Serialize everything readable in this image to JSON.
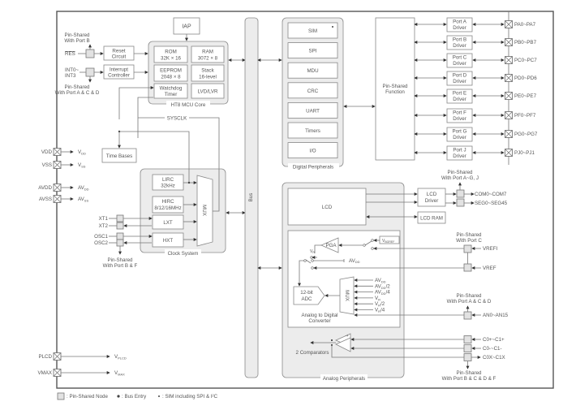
{
  "title": "HT8 MCU Block Diagram",
  "mcu_core": {
    "label": "HT8 MCU Core",
    "iap": "IAP",
    "rom": [
      "ROM",
      "32K × 16"
    ],
    "ram": [
      "RAM",
      "3072 × 8"
    ],
    "eeprom": [
      "EEPROM",
      "2048 × 8"
    ],
    "stack": [
      "Stack",
      "16-level"
    ],
    "watchdog": [
      "Watchdog",
      "Timer"
    ],
    "lvd": "LVD/LVR"
  },
  "reset": {
    "label": [
      "Reset",
      "Circuit"
    ],
    "pin": "RES",
    "shared": [
      "Pin-Shared",
      "With Port B"
    ]
  },
  "interrupt": {
    "label": [
      "Interrupt",
      "Controller"
    ],
    "pin": [
      "INT0~",
      "INT3"
    ],
    "shared": [
      "Pin-Shared",
      "With Port A & C & D"
    ]
  },
  "sysclk": "SYSCLK",
  "time_bases": "Time Bases",
  "power_pins": [
    {
      "pin": "VDD",
      "net": "V",
      "sub": "DD"
    },
    {
      "pin": "VSS",
      "net": "V",
      "sub": "SS"
    },
    {
      "pin": "AVDD",
      "net": "AV",
      "sub": "DD"
    },
    {
      "pin": "AVSS",
      "net": "AV",
      "sub": "SS"
    }
  ],
  "clock_system": {
    "label": "Clock System",
    "lirc": [
      "LIRC",
      "32kHz"
    ],
    "hirc": [
      "HIRC",
      "8/12/16MHz"
    ],
    "lxt": "LXT",
    "hxt": "HXT",
    "mux": "MUX",
    "pins": [
      "XT1",
      "XT2",
      "OSC1",
      "OSC2"
    ],
    "shared": [
      "Pin-Shared",
      "With Port B & F"
    ]
  },
  "bus": "Bus",
  "digital_peripherals": {
    "label": "Digital Peripherals",
    "items": [
      "SIM",
      "SPI",
      "MDU",
      "CRC",
      "UART",
      "Timers",
      "I/O"
    ]
  },
  "pin_shared_function": [
    "Pin-Shared",
    "Function"
  ],
  "ports": [
    {
      "driver": [
        "Port A",
        "Driver"
      ],
      "pins": "PA0~PA7"
    },
    {
      "driver": [
        "Port B",
        "Driver"
      ],
      "pins": "PB0~PB7"
    },
    {
      "driver": [
        "Port C",
        "Driver"
      ],
      "pins": "PC0~PC7"
    },
    {
      "driver": [
        "Port D",
        "Driver"
      ],
      "pins": "PD0~PD6"
    },
    {
      "driver": [
        "Port E",
        "Driver"
      ],
      "pins": "PE0~PE7"
    },
    {
      "driver": [
        "Port F",
        "Driver"
      ],
      "pins": "PF0~PF7"
    },
    {
      "driver": [
        "Port G",
        "Driver"
      ],
      "pins": "PG0~PG7"
    },
    {
      "driver": [
        "Port J",
        "Driver"
      ],
      "pins": "PJ0~PJ1"
    }
  ],
  "lcd": {
    "label": "LCD",
    "driver": [
      "LCD",
      "Driver"
    ],
    "ram": "LCD RAM",
    "com": "COM0~COM7",
    "seg": "SEG0~SEG45",
    "shared": [
      "Pin-Shared",
      "With Port A~G, J"
    ]
  },
  "adc": {
    "label": [
      "Analog to Digital",
      "Converter"
    ],
    "adc": [
      "12-bit",
      "ADC"
    ],
    "pga": "PGA",
    "vbgref": {
      "main": "V",
      "sub": "BGREF"
    },
    "vr": {
      "main": "V",
      "sub": "R"
    },
    "avdd": {
      "main": "AV",
      "sub": "DD"
    },
    "mux": "MUX",
    "mux_inputs": [
      {
        "main": "AV",
        "sub": "DD",
        "suffix": ""
      },
      {
        "main": "AV",
        "sub": "DD",
        "suffix": "/2"
      },
      {
        "main": "AV",
        "sub": "DD",
        "suffix": "/4"
      },
      {
        "main": "V",
        "sub": "R",
        "suffix": ""
      },
      {
        "main": "V",
        "sub": "R",
        "suffix": "/2"
      },
      {
        "main": "V",
        "sub": "R",
        "suffix": "/4"
      }
    ],
    "vrefi": "VREFI",
    "vref": "VREF",
    "vref_shared": [
      "Pin-Shared",
      "With Port C"
    ],
    "an": "AN0~AN15",
    "an_shared": [
      "Pin-Shared",
      "With Port A & C & D"
    ]
  },
  "comparators": {
    "label": "2 Comparators",
    "pins": [
      "C0+~C1+",
      "C0-~C1-",
      "C0X~C1X"
    ],
    "shared": [
      "Pin-Shared",
      "With Port B & C & D & F"
    ]
  },
  "analog_peripherals": "Analog Peripherals",
  "lcd_power": [
    {
      "pin": "PLCD",
      "net": "V",
      "sub": "PLCD"
    },
    {
      "pin": "VMAX",
      "net": "V",
      "sub": "MAX"
    }
  ],
  "legend": {
    "pin_shared_node": ": Pin-Shared Node",
    "bus_entry": ": Bus Entry",
    "sim_note": ": SIM including SPI & I²C"
  }
}
